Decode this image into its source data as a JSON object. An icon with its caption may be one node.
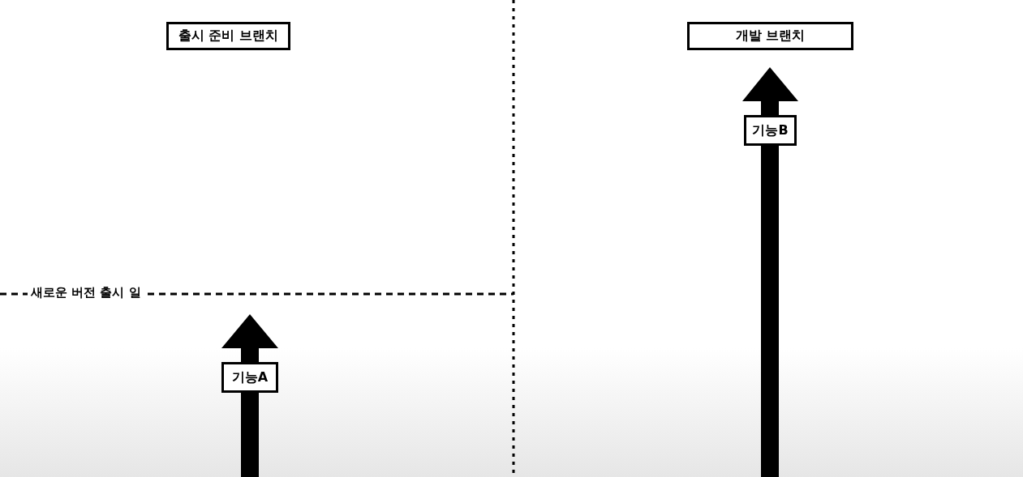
{
  "diagram": {
    "nodes": [
      {
        "text": [
          "출시 준비 브랜치"
        ]
      },
      {
        "text": [
          "기능A"
        ]
      },
      {
        "text": [
          "개발 브랜치"
        ]
      },
      {
        "text": [
          "기능B"
        ]
      }
    ],
    "labels": [
      "새로운 버전 출시 일"
    ]
  }
}
